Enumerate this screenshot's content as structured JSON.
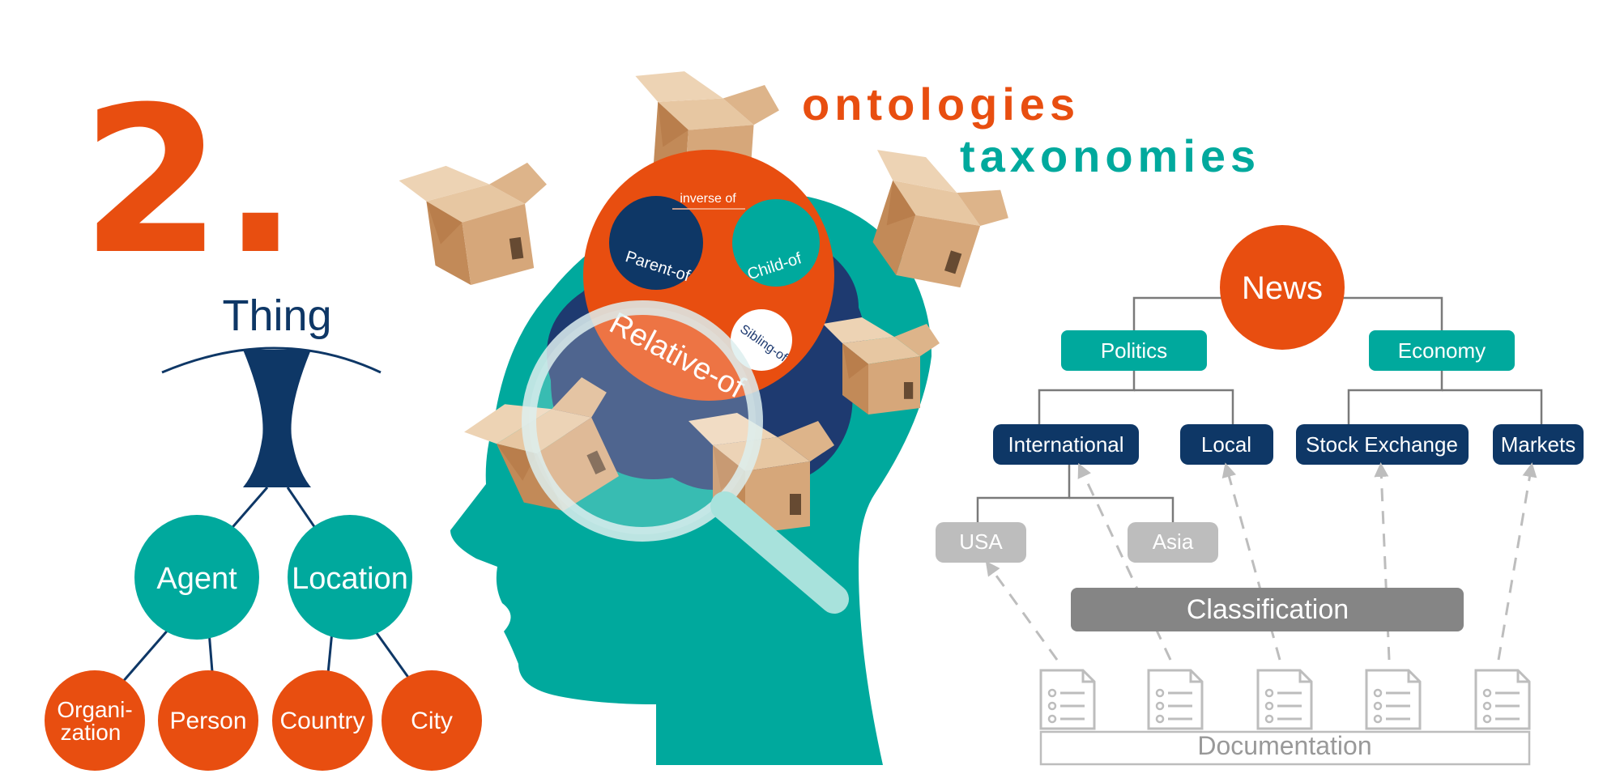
{
  "heading": {
    "number": "2.",
    "word_ontologies": "ontologies",
    "word_taxonomies": "taxonomies"
  },
  "colors": {
    "orange": "#E84E10",
    "teal": "#00A99D",
    "navy": "#1B2F5B",
    "dark_navy": "#0E3766",
    "gray": "#7A7A7A",
    "light_gray": "#BDBDBD",
    "box": "#C99A6A"
  },
  "ontology_tree": {
    "root": "Thing",
    "level1": [
      "Agent",
      "Location"
    ],
    "level2": [
      "Organi-",
      "zation",
      "Person",
      "Country",
      "City"
    ]
  },
  "head": {
    "relation_caption": "inverse of",
    "relations": [
      "Parent-of",
      "Child-of",
      "Relative-of",
      "Sibling-of"
    ]
  },
  "taxonomy": {
    "root": "News",
    "level1": [
      "Politics",
      "Economy"
    ],
    "level2": [
      "International",
      "Local",
      "Stock Exchange",
      "Markets"
    ],
    "level3": [
      "USA",
      "Asia"
    ],
    "classification": "Classification",
    "documentation": "Documentation"
  }
}
